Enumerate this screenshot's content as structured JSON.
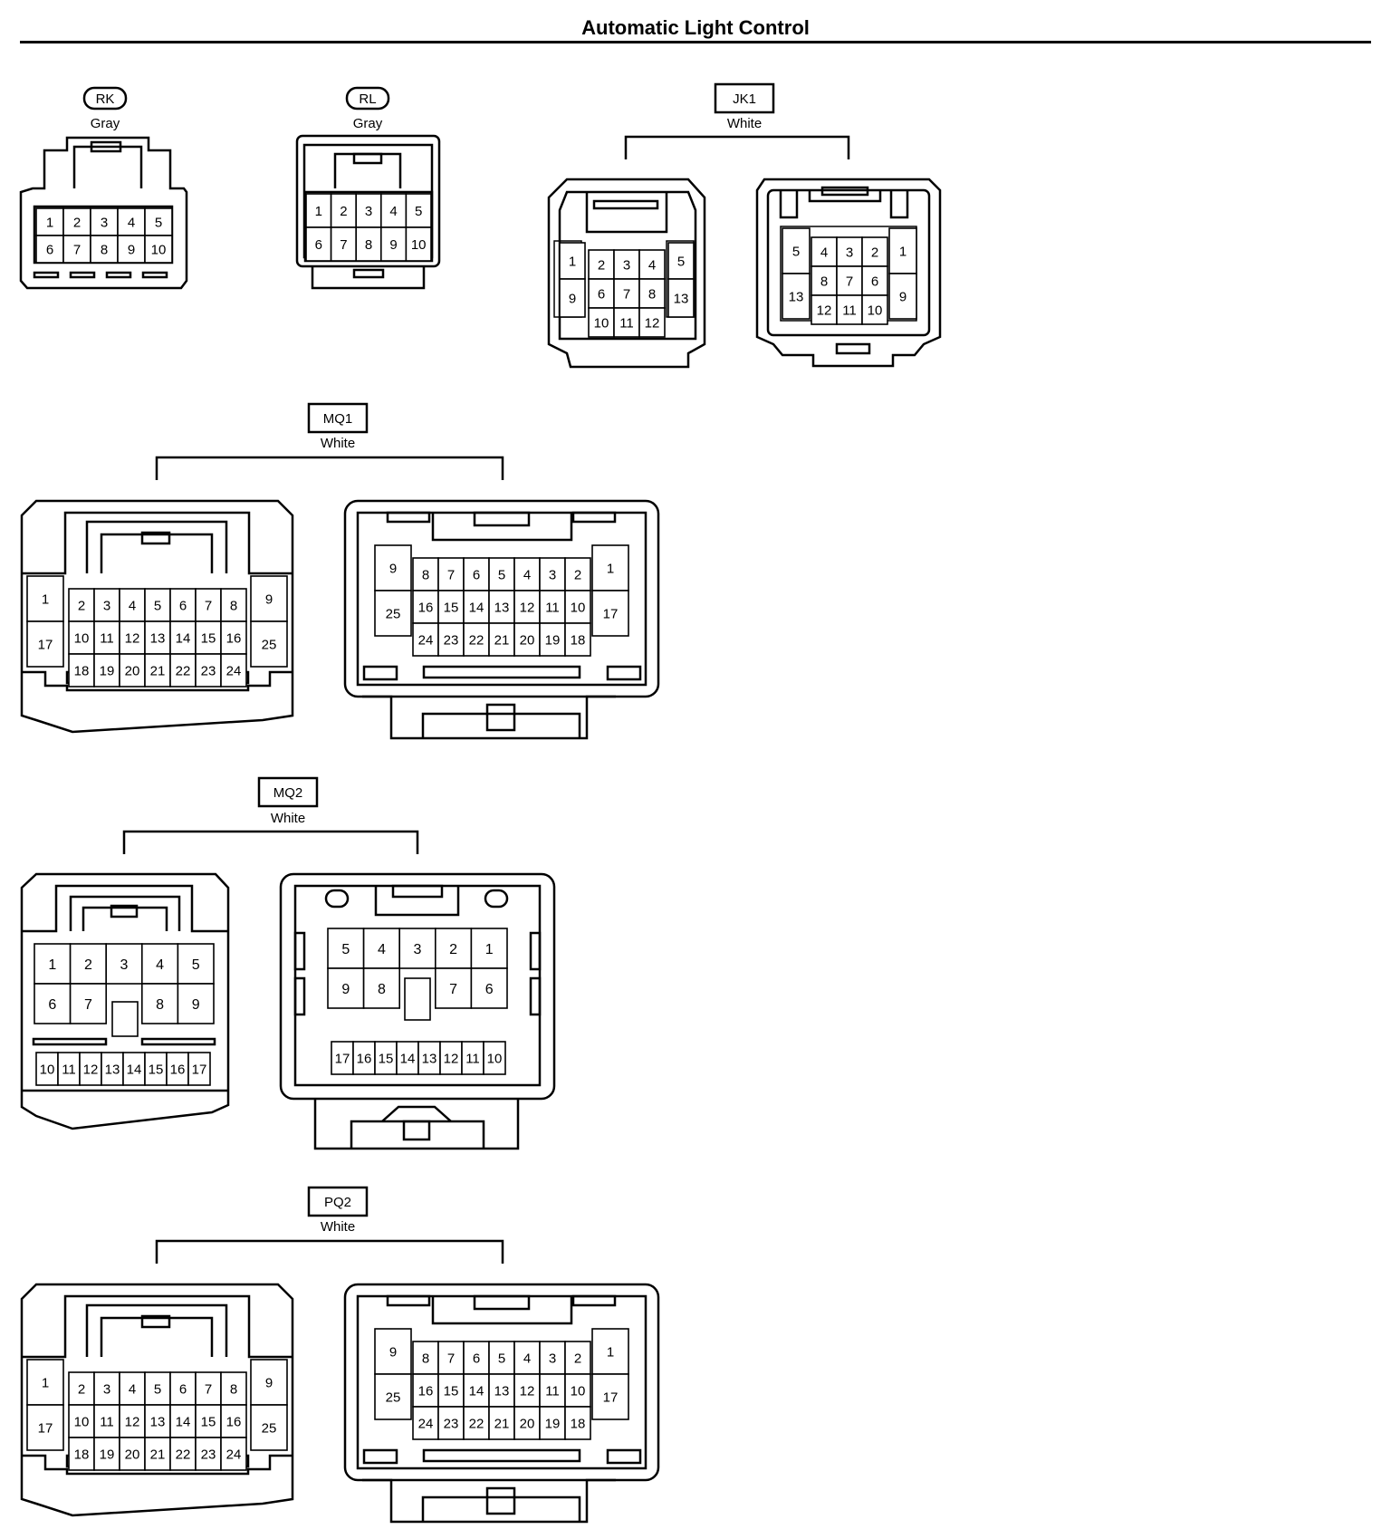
{
  "page": {
    "title": "Automatic Light Control"
  },
  "connectors": {
    "rk": {
      "code": "RK",
      "color": "Gray"
    },
    "rl": {
      "code": "RL",
      "color": "Gray"
    },
    "jk1": {
      "code": "JK1",
      "color": "White"
    },
    "mq1": {
      "code": "MQ1",
      "color": "White"
    },
    "mq2": {
      "code": "MQ2",
      "color": "White"
    },
    "pq2": {
      "code": "PQ2",
      "color": "White"
    }
  },
  "pin_layouts": {
    "rk": {
      "rows": [
        [
          "1",
          "2",
          "3",
          "4",
          "5"
        ],
        [
          "6",
          "7",
          "8",
          "9",
          "10"
        ]
      ]
    },
    "rl": {
      "rows": [
        [
          "1",
          "2",
          "3",
          "4",
          "5"
        ],
        [
          "6",
          "7",
          "8",
          "9",
          "10"
        ]
      ]
    },
    "jk1_a": {
      "left": [
        "1",
        "9"
      ],
      "center": [
        [
          "2",
          "3",
          "4"
        ],
        [
          "6",
          "7",
          "8"
        ],
        [
          "10",
          "11",
          "12"
        ]
      ],
      "right": [
        "5",
        "13"
      ]
    },
    "jk1_b": {
      "left": [
        "5",
        "13"
      ],
      "center": [
        [
          "4",
          "3",
          "2"
        ],
        [
          "8",
          "7",
          "6"
        ],
        [
          "12",
          "11",
          "10"
        ]
      ],
      "right": [
        "1",
        "9"
      ]
    },
    "mq1_a": {
      "left": [
        "1",
        "17"
      ],
      "center": [
        [
          "2",
          "3",
          "4",
          "5",
          "6",
          "7",
          "8"
        ],
        [
          "10",
          "11",
          "12",
          "13",
          "14",
          "15",
          "16"
        ],
        [
          "18",
          "19",
          "20",
          "21",
          "22",
          "23",
          "24"
        ]
      ],
      "right": [
        "9",
        "25"
      ]
    },
    "mq1_b": {
      "left": [
        "9",
        "25"
      ],
      "center": [
        [
          "8",
          "7",
          "6",
          "5",
          "4",
          "3",
          "2"
        ],
        [
          "16",
          "15",
          "14",
          "13",
          "12",
          "11",
          "10"
        ],
        [
          "24",
          "23",
          "22",
          "21",
          "20",
          "19",
          "18"
        ]
      ],
      "right": [
        "1",
        "17"
      ]
    },
    "mq2_a": {
      "rows": [
        [
          "1",
          "2",
          "3",
          "4",
          "5"
        ],
        [
          "6",
          "7",
          "",
          "8",
          "9"
        ]
      ],
      "bottom": [
        "10",
        "11",
        "12",
        "13",
        "14",
        "15",
        "16",
        "17"
      ]
    },
    "mq2_b": {
      "rows": [
        [
          "5",
          "4",
          "3",
          "2",
          "1"
        ],
        [
          "9",
          "8",
          "",
          "7",
          "6"
        ]
      ],
      "bottom": [
        "17",
        "16",
        "15",
        "14",
        "13",
        "12",
        "11",
        "10"
      ]
    },
    "pq2_a": {
      "left": [
        "1",
        "17"
      ],
      "center": [
        [
          "2",
          "3",
          "4",
          "5",
          "6",
          "7",
          "8"
        ],
        [
          "10",
          "11",
          "12",
          "13",
          "14",
          "15",
          "16"
        ],
        [
          "18",
          "19",
          "20",
          "21",
          "22",
          "23",
          "24"
        ]
      ],
      "right": [
        "9",
        "25"
      ]
    },
    "pq2_b": {
      "left": [
        "9",
        "25"
      ],
      "center": [
        [
          "8",
          "7",
          "6",
          "5",
          "4",
          "3",
          "2"
        ],
        [
          "16",
          "15",
          "14",
          "13",
          "12",
          "11",
          "10"
        ],
        [
          "24",
          "23",
          "22",
          "21",
          "20",
          "19",
          "18"
        ]
      ],
      "right": [
        "1",
        "17"
      ]
    }
  }
}
